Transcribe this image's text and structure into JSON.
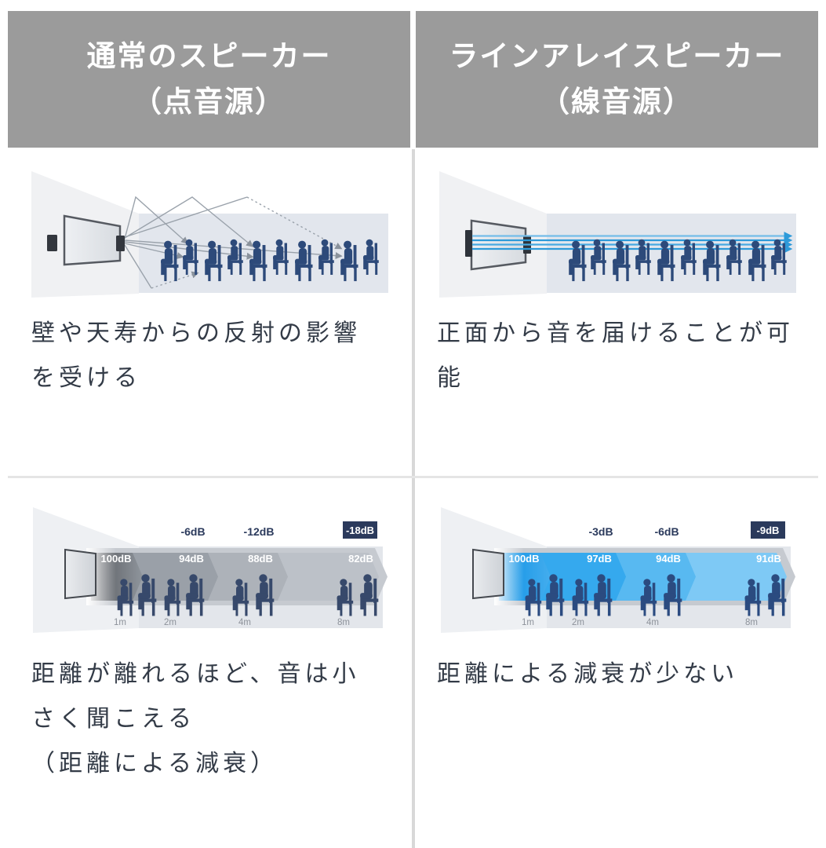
{
  "left_column": {
    "header": [
      "通常のスピーカー",
      "（点音源）"
    ],
    "caption_top": [
      "壁や天寿からの反射の影響",
      "を受ける"
    ],
    "caption_bottom": [
      "距離が離れるほど、音は小",
      "さく聞こえる",
      "（距離による減衰）"
    ],
    "attenuation": {
      "deltas": [
        "-6dB",
        "-12dB",
        "-18dB"
      ],
      "levels": [
        "100dB",
        "94dB",
        "88dB",
        "82dB"
      ],
      "distances": [
        "1m",
        "2m",
        "4m",
        "8m"
      ]
    }
  },
  "right_column": {
    "header": [
      "ラインアレイスピーカー",
      "（線音源）"
    ],
    "caption_top": [
      "正面から音を届けることが可",
      "能"
    ],
    "caption_bottom": [
      "距離による減衰が少ない"
    ],
    "attenuation": {
      "deltas": [
        "-3dB",
        "-6dB",
        "-9dB"
      ],
      "levels": [
        "100dB",
        "97dB",
        "94dB",
        "91dB"
      ],
      "distances": [
        "1m",
        "2m",
        "4m",
        "8m"
      ]
    }
  },
  "colors": {
    "header_bg": "#9b9b9b",
    "header_text": "#ffffff",
    "caption_text": "#333b47",
    "person_navy": "#2d4a7a",
    "sound_line_blue": "#2d9ad9",
    "navy_badge": "#2b3a5c",
    "gray_chevron": "#9aa0a8",
    "blue_chevron": "#2ea8ee"
  },
  "chart_data": [
    {
      "type": "bar",
      "title": "通常のスピーカー（点音源）距離による減衰",
      "categories": [
        "1m",
        "2m",
        "4m",
        "8m"
      ],
      "values": [
        100,
        94,
        88,
        82
      ],
      "ylabel": "dB",
      "annotations": [
        "-6dB",
        "-12dB",
        "-18dB"
      ]
    },
    {
      "type": "bar",
      "title": "ラインアレイスピーカー（線音源）距離による減衰",
      "categories": [
        "1m",
        "2m",
        "4m",
        "8m"
      ],
      "values": [
        100,
        97,
        94,
        91
      ],
      "ylabel": "dB",
      "annotations": [
        "-3dB",
        "-6dB",
        "-9dB"
      ]
    }
  ]
}
